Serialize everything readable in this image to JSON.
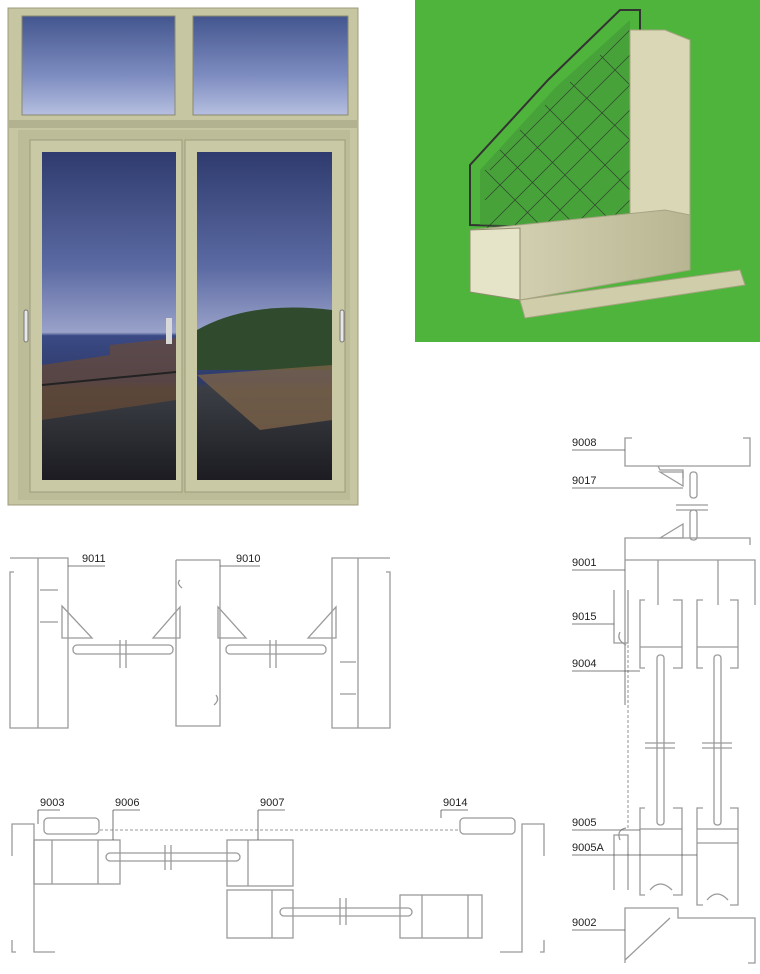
{
  "colors": {
    "frame": "#c7c6a2",
    "frame_shadow": "#a9a886",
    "background_green": "#4fb43c",
    "profile_line": "#9a9a9a"
  },
  "photo": {
    "subject": "sliding-window",
    "sash_count": 2,
    "transom_panes": 2
  },
  "render": {
    "subject": "sliding-window-section-with-screen"
  },
  "vertical_section": {
    "labels": [
      "9008",
      "9017",
      "9001",
      "9015",
      "9004",
      "9005",
      "9005A",
      "9002"
    ]
  },
  "horizontal_section_top": {
    "labels": [
      "9011",
      "9010"
    ]
  },
  "horizontal_section_bottom": {
    "labels": [
      "9003",
      "9006",
      "9007",
      "9014"
    ]
  }
}
